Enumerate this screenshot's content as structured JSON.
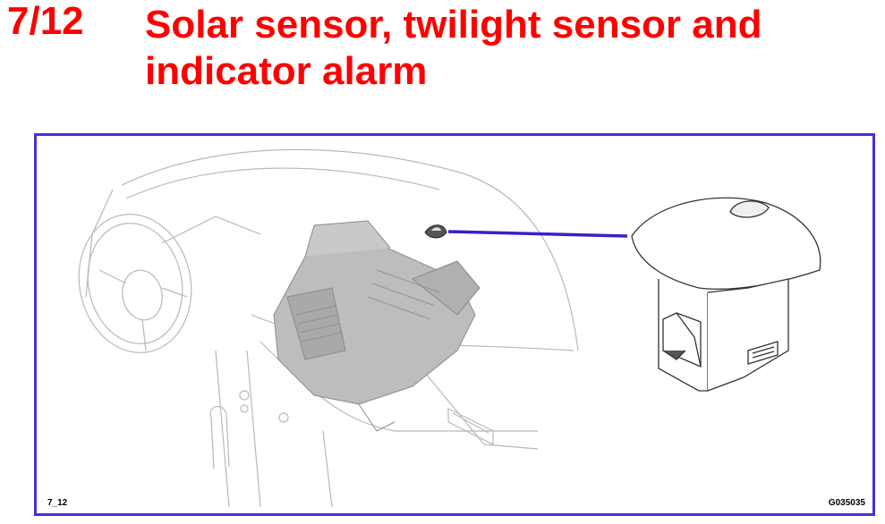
{
  "header": {
    "section_number": "7/12",
    "title": "Solar sensor, twilight sensor and indicator alarm"
  },
  "figure": {
    "ref_left": "7_12",
    "ref_right": "G035035",
    "frame_color": "#4a2fd6",
    "leader_color": "#3a1fc8"
  },
  "colors": {
    "title": "#ff0000"
  }
}
